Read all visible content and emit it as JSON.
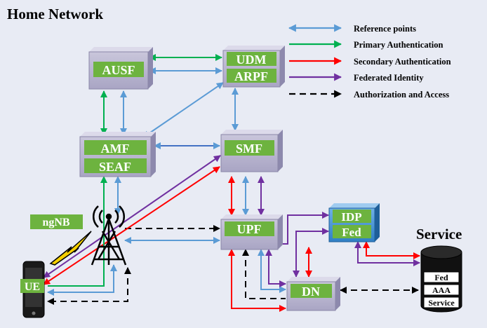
{
  "title": "Home Network",
  "service_title": "Service",
  "nodes": {
    "ausf": "AUSF",
    "udm": "UDM",
    "arpf": "ARPF",
    "amf": "AMF",
    "seaf": "SEAF",
    "smf": "SMF",
    "upf": "UPF",
    "idp": "IDP",
    "fed": "Fed",
    "dn": "DN",
    "ngnb": "ngNB",
    "ue": "UE"
  },
  "service_db": {
    "fed": "Fed",
    "aaa": "AAA",
    "service": "Service"
  },
  "legend": [
    {
      "label": "Reference points",
      "color": "#5b9bd5",
      "style": "solid"
    },
    {
      "label": "Primary Authentication",
      "color": "#00b050",
      "style": "solid"
    },
    {
      "label": "Secondary Authentication",
      "color": "#ff0000",
      "style": "solid"
    },
    {
      "label": "Federated Identity",
      "color": "#7030a0",
      "style": "solid"
    },
    {
      "label": "Authorization and Access",
      "color": "#000000",
      "style": "dashed"
    }
  ]
}
